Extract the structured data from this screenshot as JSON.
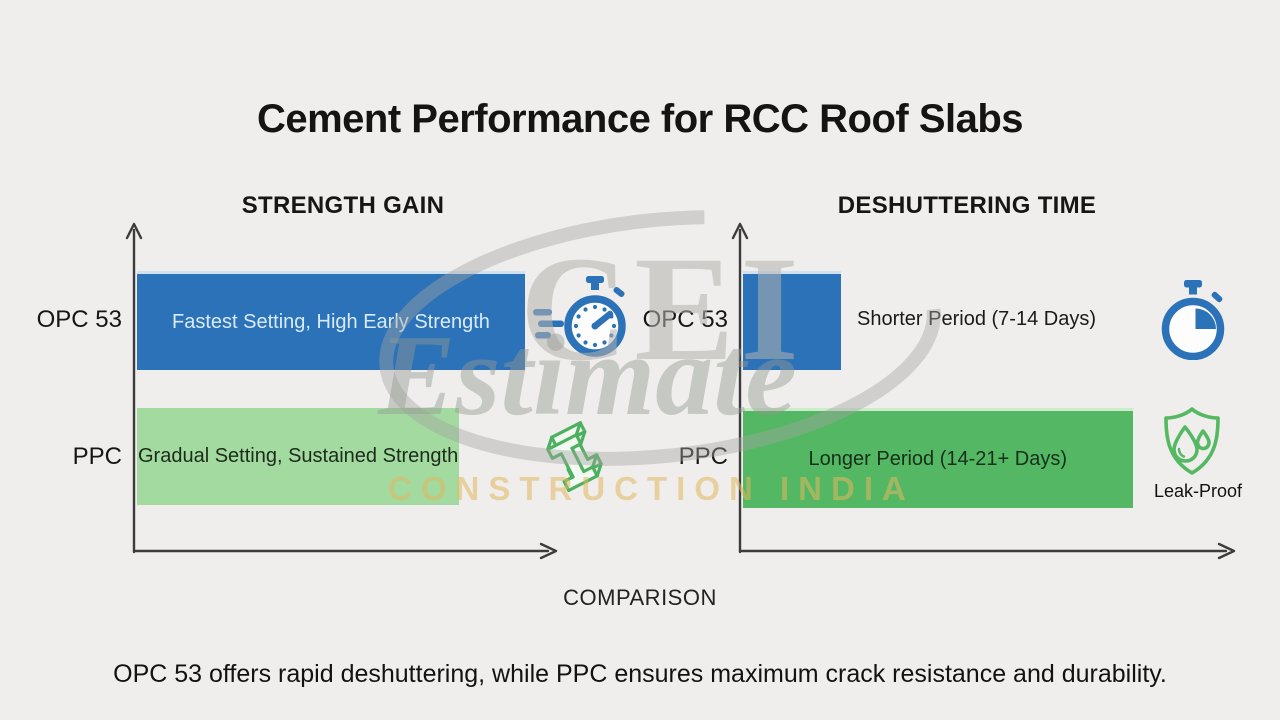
{
  "page": {
    "title": "Cement Performance for RCC Roof Slabs",
    "comparison_label": "COMPARISON",
    "footer": "OPC 53 offers rapid deshuttering, while PPC ensures maximum crack resistance and durability."
  },
  "watermark": {
    "monogram": "CEI",
    "script": "Estimate",
    "tagline": "CONSTRUCTION INDIA"
  },
  "colors": {
    "background": "#efeeec",
    "blue": "#2c72b8",
    "light_green": "#a2da9f",
    "green": "#54b763",
    "axis": "#3c3c3c"
  },
  "chart_data": [
    {
      "type": "bar",
      "orientation": "horizontal",
      "title": "STRENGTH GAIN",
      "categories": [
        "OPC 53",
        "PPC"
      ],
      "values": [
        91.5,
        76
      ],
      "value_note": "relative bar length as % of x-axis; chart is qualitative, no numeric scale shown",
      "bar_labels": [
        "Fastest Setting, High Early Strength",
        "Gradual Setting, Sustained Strength"
      ],
      "bar_colors": [
        "#2c72b8",
        "#a2da9f"
      ],
      "icons": [
        "speed-stopwatch",
        "steel-i-beam"
      ],
      "xlabel": "COMPARISON",
      "grid": false,
      "legend": false
    },
    {
      "type": "bar",
      "orientation": "horizontal",
      "title": "DESHUTTERING TIME",
      "categories": [
        "OPC 53",
        "PPC"
      ],
      "values": [
        20,
        79.5
      ],
      "value_note": "relative bar length as % of x-axis; chart is qualitative, no numeric scale shown",
      "bar_labels": [
        "Shorter Period (7-14 Days)",
        "Longer Period (14-21+ Days)"
      ],
      "bar_label_positions": [
        "outside-right",
        "inside"
      ],
      "bar_colors": [
        "#2c72b8",
        "#54b763"
      ],
      "icons": [
        "quarter-stopwatch",
        "leak-proof-shield"
      ],
      "icon_captions": [
        "",
        "Leak-Proof"
      ],
      "xlabel": "COMPARISON",
      "grid": false,
      "legend": false
    }
  ]
}
